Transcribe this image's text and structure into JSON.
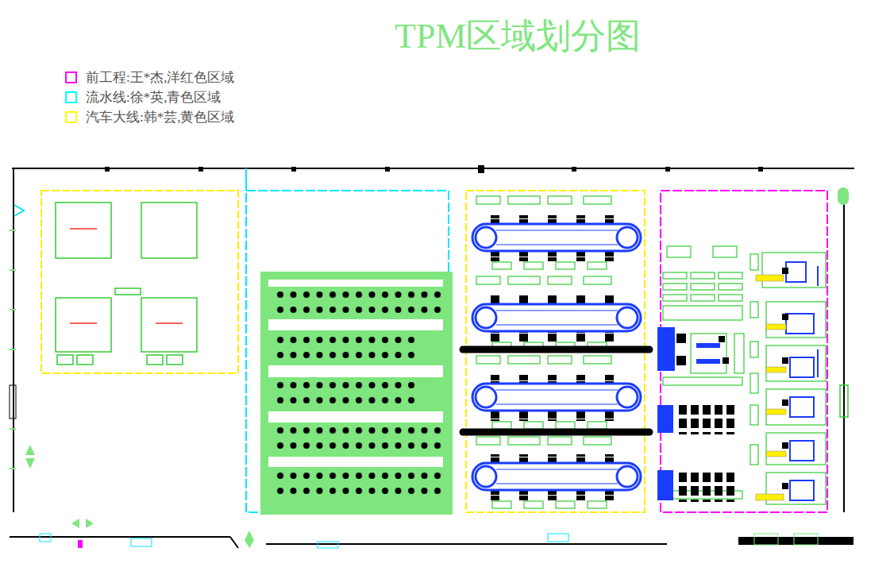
{
  "diagram": {
    "title": "TPM区域划分图",
    "legend": [
      {
        "text": "前工程:王*杰,洋红色区域",
        "color": "#ff00ff"
      },
      {
        "text": "流水线:徐*英,青色区域",
        "color": "#00ffff"
      },
      {
        "text": "汽车大线:韩*芸,黄色区域",
        "color": "#ffff00"
      }
    ]
  }
}
